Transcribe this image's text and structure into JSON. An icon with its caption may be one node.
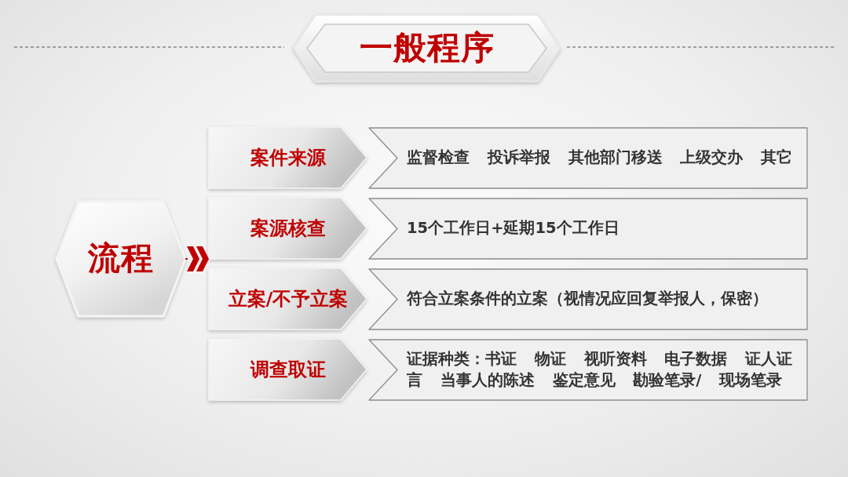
{
  "diagram": {
    "title": "一般程序",
    "nodes": [
      {
        "text": [
          "流程"
        ]
      },
      {
        "text": [
          "案件来源"
        ]
      },
      {
        "text": [
          "监督检查 投诉举报 其他部门移送 上级交办 其它"
        ]
      },
      {
        "text": [
          "案源核查"
        ]
      },
      {
        "text": [
          "15个工作日+延期15个工作日"
        ]
      },
      {
        "text": [
          "立案/不予立案"
        ]
      },
      {
        "text": [
          "符合立案条件的立案（视情况应回复举报人，保密）"
        ]
      },
      {
        "text": [
          "调查取证"
        ]
      },
      {
        "text": [
          "证据种类：书证 物证 视听资料 电子数据 证人证言 当事人的陈述 鉴定意见 勘验笔录/ 现场笔录"
        ]
      }
    ],
    "edges": [
      {
        "from": 0,
        "to": 3,
        "arrow": "to"
      }
    ]
  }
}
